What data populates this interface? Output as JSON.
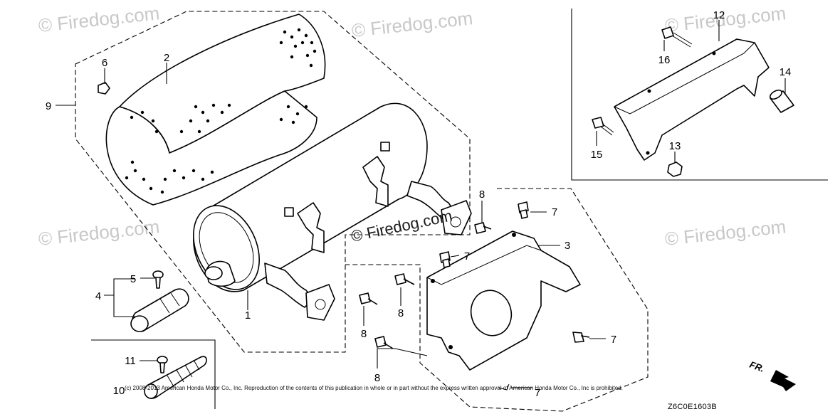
{
  "watermark": "© Firedog.com",
  "diagram_code": "Z6C0E1603B",
  "front_label": "FR.",
  "copyright": "(c) 2008-2013 American Honda Motor Co., Inc. Reproduction of the contents of this publication in whole or in part without the express written approval of American Honda Motor Co., Inc is prohibited.",
  "callouts": {
    "c1": "1",
    "c2": "2",
    "c3": "3",
    "c4": "4",
    "c5": "5",
    "c6": "6",
    "c7a": "7",
    "c7b": "7",
    "c7c": "7",
    "c7d": "7",
    "c8a": "8",
    "c8b": "8",
    "c8c": "8",
    "c8d": "8",
    "c9": "9",
    "c10": "10",
    "c11": "11",
    "c12": "12",
    "c13": "13",
    "c14": "14",
    "c15": "15",
    "c16": "16"
  },
  "parts": [
    {
      "ref": "1",
      "icon": "muffler-icon"
    },
    {
      "ref": "2",
      "icon": "heat-shield-icon"
    },
    {
      "ref": "3",
      "icon": "bracket-icon"
    },
    {
      "ref": "4",
      "icon": "tail-pipe-icon"
    },
    {
      "ref": "5",
      "icon": "screw-icon"
    },
    {
      "ref": "6",
      "icon": "bolt-icon"
    },
    {
      "ref": "7",
      "icon": "flange-bolt-icon"
    },
    {
      "ref": "8",
      "icon": "flange-bolt-icon"
    },
    {
      "ref": "9",
      "icon": "assembly-bracket-icon"
    },
    {
      "ref": "10",
      "icon": "spark-arrester-icon"
    },
    {
      "ref": "11",
      "icon": "screw-icon"
    },
    {
      "ref": "12",
      "icon": "protector-icon"
    },
    {
      "ref": "13",
      "icon": "nut-icon"
    },
    {
      "ref": "14",
      "icon": "collar-icon"
    },
    {
      "ref": "15",
      "icon": "bolt-icon"
    },
    {
      "ref": "16",
      "icon": "bolt-icon"
    }
  ]
}
